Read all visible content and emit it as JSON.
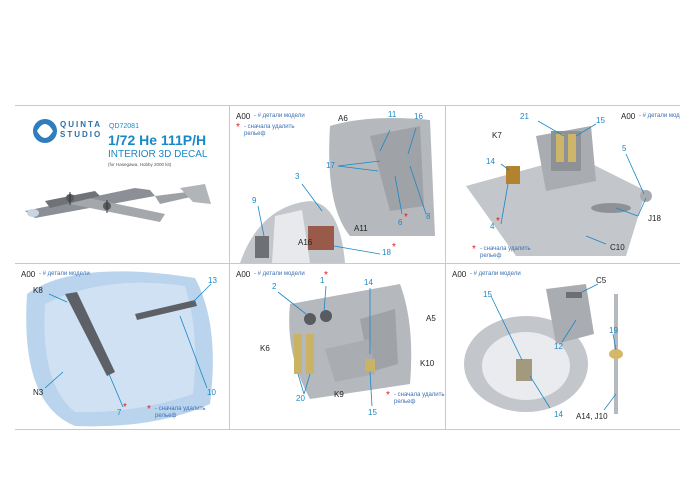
{
  "brand": {
    "line1": "QUINTA",
    "line2": "STUDIO"
  },
  "product": {
    "code": "QD72081",
    "title": "1/72 He 111P/H",
    "subtitle": "INTERIOR 3D DECAL",
    "kit_note": "(for Hasegawa, Hobby 2000 kit)"
  },
  "legend": {
    "a00": "A00",
    "model_parts": "- # детали модели",
    "remove_relief": "- сначала удалить",
    "remove_relief_2": "рельеф",
    "star": "*"
  },
  "panel2": {
    "labels": [
      "A6",
      "11",
      "16",
      "17",
      "3",
      "9",
      "A16",
      "A11",
      "6",
      "8",
      "18"
    ]
  },
  "panel3": {
    "labels": [
      "21",
      "15",
      "K7",
      "5",
      "14",
      "4",
      "J18",
      "C10"
    ]
  },
  "panel4": {
    "labels": [
      "K8",
      "13",
      "N3",
      "7",
      "10"
    ]
  },
  "panel5": {
    "labels": [
      "2",
      "1",
      "14",
      "A5",
      "K6",
      "K10",
      "20",
      "K9",
      "15"
    ]
  },
  "panel6": {
    "labels": [
      "C5",
      "15",
      "12",
      "19",
      "14",
      "A14, J10"
    ]
  },
  "colors": {
    "accent": "#1a88c7",
    "star": "#e21b1b",
    "part_grey": "#b5b9bd",
    "canopy": "#b9d4ec"
  }
}
